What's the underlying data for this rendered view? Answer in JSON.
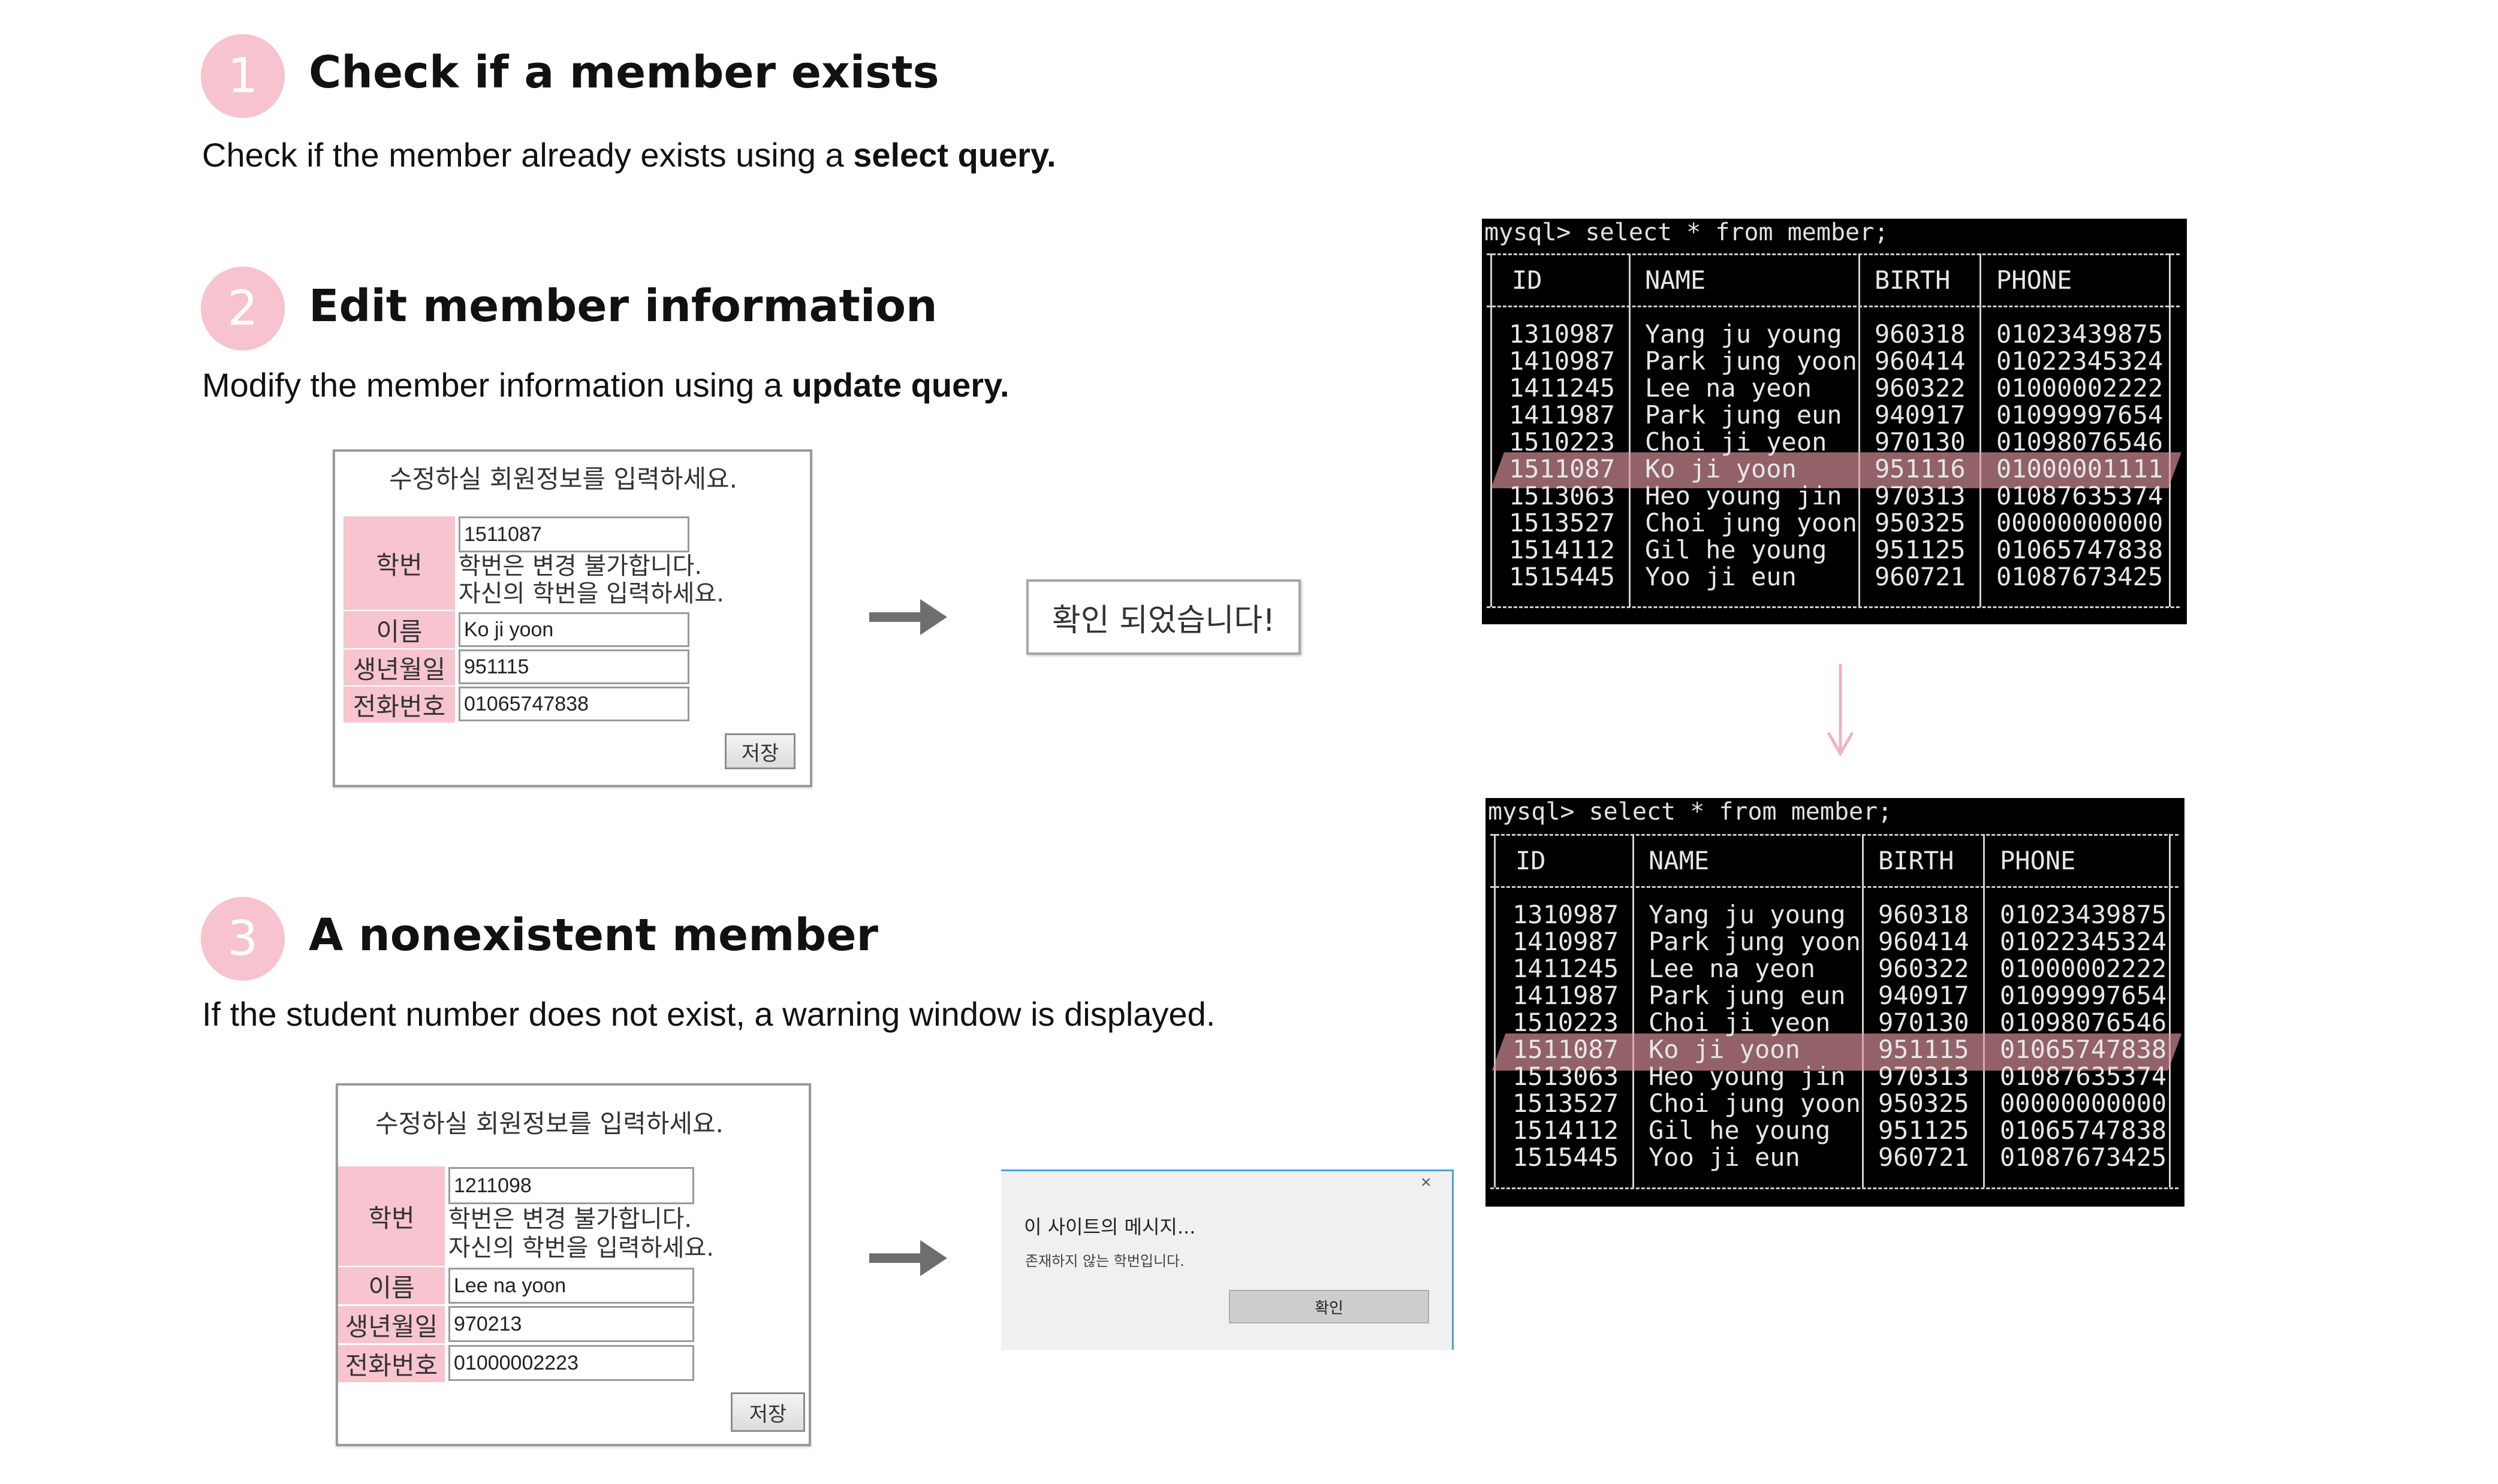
{
  "colors": {
    "badge": "#f6c3cf",
    "label_bg": "#f7c4d0",
    "highlight": "#e096a0",
    "terminal_bg": "#000000"
  },
  "steps": [
    {
      "number": "1",
      "title": "Check if a member exists",
      "desc_pre": "Check if the member already exists using a ",
      "desc_bold": "select query."
    },
    {
      "number": "2",
      "title": "Edit member information",
      "desc_pre": "Modify the member information using a ",
      "desc_bold": "update query."
    },
    {
      "number": "3",
      "title": "A nonexistent member",
      "desc_pre": "If the student number does not exist, a warning window is displayed.",
      "desc_bold": ""
    }
  ],
  "form1": {
    "title": "수정하실 회원정보를 입력하세요.",
    "labels": {
      "id": "학번",
      "name": "이름",
      "birth": "생년월일",
      "phone": "전화번호"
    },
    "values": {
      "id": "1511087",
      "name": "Ko ji yoon",
      "birth": "951115",
      "phone": "01065747838"
    },
    "note_line1": "학번은 변경 불가합니다.",
    "note_line2": "자신의 학번을 입력하세요.",
    "save": "저장"
  },
  "confirm_message": "확인 되었습니다!",
  "form2": {
    "title": "수정하실 회원정보를 입력하세요.",
    "labels": {
      "id": "학번",
      "name": "이름",
      "birth": "생년월일",
      "phone": "전화번호"
    },
    "values": {
      "id": "1211098",
      "name": "Lee na yoon",
      "birth": "970213",
      "phone": "01000002223"
    },
    "note_line1": "학번은 변경 불가합니다.",
    "note_line2": "자신의 학번을 입력하세요.",
    "save": "저장"
  },
  "alert": {
    "title": "이 사이트의 메시지...",
    "message": "존재하지 않는 학번입니다.",
    "ok": "확인",
    "close": "×"
  },
  "terminal_before": {
    "command": "mysql> select * from member;",
    "headers": [
      "ID",
      "NAME",
      "BIRTH",
      "PHONE"
    ],
    "ids": "1310987\n1410987\n1411245\n1411987\n1510223\n1511087\n1513063\n1513527\n1514112\n1515445",
    "names": "Yang ju young\nPark jung yoon\nLee na yeon\nPark jung eun\nChoi ji yeon\nKo ji yoon\nHeo young jin\nChoi jung yoon\nGil he young\nYoo ji eun",
    "births": "960318\n960414\n960322\n940917\n970130\n951116\n970313\n950325\n951125\n960721",
    "phones": "01023439875\n01022345324\n01000002222\n01099997654\n01098076546\n01000001111\n01087635374\n00000000000\n01065747838\n01087673425"
  },
  "terminal_after": {
    "command": "mysql> select * from member;",
    "headers": [
      "ID",
      "NAME",
      "BIRTH",
      "PHONE"
    ],
    "ids": "1310987\n1410987\n1411245\n1411987\n1510223\n1511087\n1513063\n1513527\n1514112\n1515445",
    "names": "Yang ju young\nPark jung yoon\nLee na yeon\nPark jung eun\nChoi ji yeon\nKo ji yoon\nHeo young jin\nChoi jung yoon\nGil he young\nYoo ji eun",
    "births": "960318\n960414\n960322\n940917\n970130\n951115\n970313\n950325\n951125\n960721",
    "phones": "01023439875\n01022345324\n01000002222\n01099997654\n01098076546\n01065747838\n01087635374\n00000000000\n01065747838\n01087673425"
  }
}
